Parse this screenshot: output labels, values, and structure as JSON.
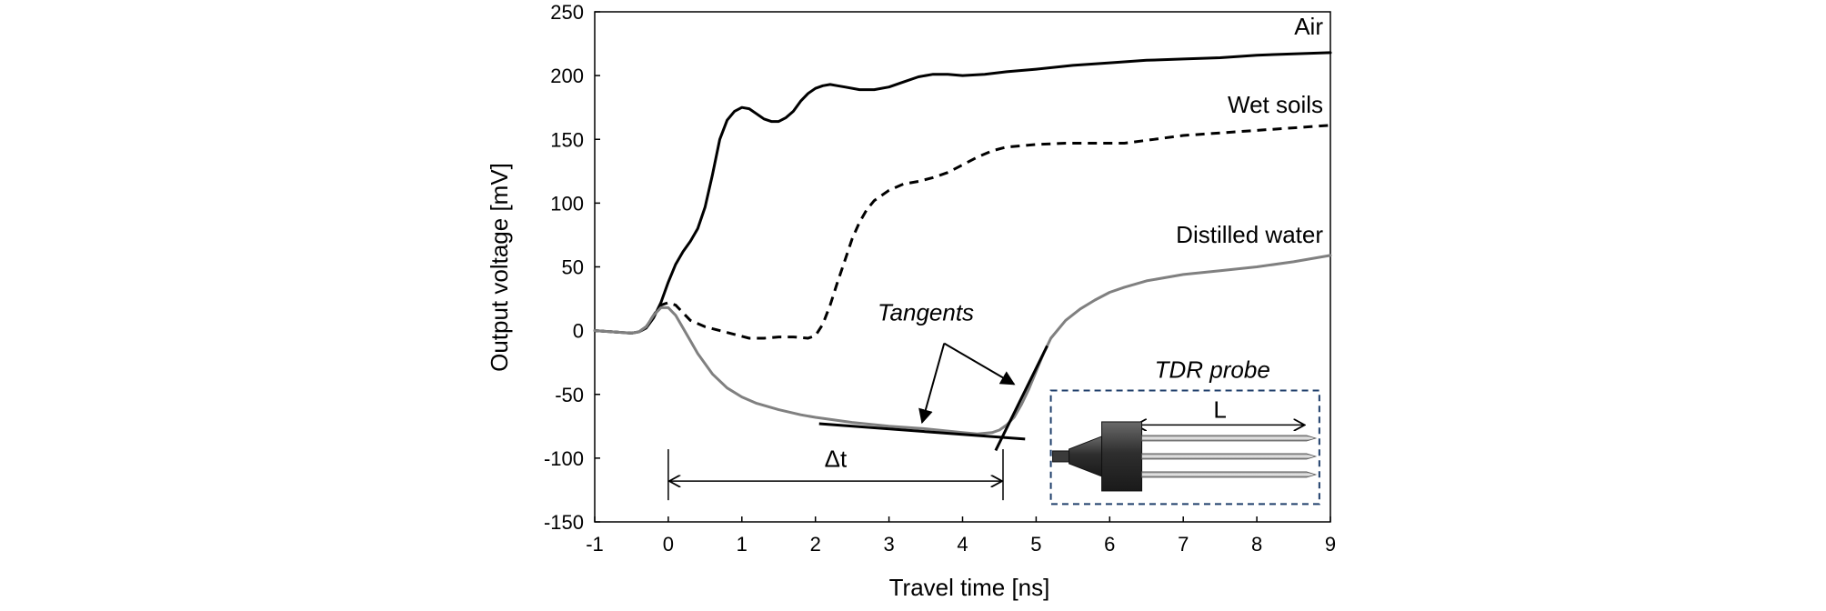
{
  "chart_data": {
    "type": "line",
    "xlabel": "Travel time [ns]",
    "ylabel": "Output voltage [mV]",
    "xlim": [
      -1,
      9
    ],
    "ylim": [
      -150,
      250
    ],
    "xticks": [
      -1,
      0,
      1,
      2,
      3,
      4,
      5,
      6,
      7,
      8,
      9
    ],
    "yticks": [
      -150,
      -100,
      -50,
      0,
      50,
      100,
      150,
      200,
      250
    ],
    "grid": false,
    "series": [
      {
        "name": "Air",
        "color": "#000000",
        "style": "solid",
        "x": [
          -1,
          -0.5,
          -0.4,
          -0.3,
          -0.2,
          -0.1,
          0,
          0.1,
          0.2,
          0.3,
          0.4,
          0.5,
          0.6,
          0.7,
          0.8,
          0.9,
          1.0,
          1.1,
          1.2,
          1.3,
          1.4,
          1.5,
          1.6,
          1.7,
          1.8,
          1.9,
          2.0,
          2.1,
          2.2,
          2.3,
          2.4,
          2.6,
          2.8,
          3.0,
          3.2,
          3.4,
          3.6,
          3.8,
          4.0,
          4.3,
          4.6,
          5.0,
          5.5,
          6.0,
          6.5,
          7.0,
          7.5,
          8.0,
          8.5,
          9.0
        ],
        "y": [
          0,
          -2,
          -1,
          2,
          10,
          22,
          38,
          52,
          62,
          70,
          80,
          97,
          122,
          150,
          165,
          172,
          175,
          174,
          170,
          166,
          164,
          164,
          167,
          172,
          180,
          186,
          190,
          192,
          193,
          192,
          191,
          189,
          189,
          191,
          195,
          199,
          201,
          201,
          200,
          201,
          203,
          205,
          208,
          210,
          212,
          213,
          214,
          216,
          217,
          218
        ]
      },
      {
        "name": "Wet soils",
        "color": "#000000",
        "style": "dashed",
        "x": [
          -1,
          -0.5,
          -0.4,
          -0.3,
          -0.2,
          -0.1,
          0,
          0.1,
          0.2,
          0.3,
          0.5,
          0.7,
          0.9,
          1.1,
          1.3,
          1.5,
          1.7,
          1.9,
          2.0,
          2.1,
          2.2,
          2.3,
          2.4,
          2.5,
          2.6,
          2.7,
          2.8,
          3.0,
          3.2,
          3.4,
          3.6,
          3.8,
          4.0,
          4.2,
          4.4,
          4.6,
          4.8,
          5.0,
          5.4,
          5.8,
          6.2,
          6.6,
          7.0,
          7.5,
          8.0,
          8.5,
          9.0
        ],
        "y": [
          0,
          -2,
          -1,
          3,
          12,
          20,
          22,
          20,
          14,
          8,
          3,
          0,
          -3,
          -6,
          -6,
          -5,
          -5,
          -6,
          -4,
          5,
          20,
          38,
          55,
          72,
          85,
          95,
          102,
          110,
          115,
          117,
          120,
          124,
          130,
          136,
          141,
          144,
          145,
          146,
          147,
          147,
          147,
          150,
          153,
          155,
          157,
          159,
          161
        ]
      },
      {
        "name": "Distilled water",
        "color": "#808080",
        "style": "solid",
        "x": [
          -1,
          -0.5,
          -0.4,
          -0.3,
          -0.2,
          -0.1,
          0,
          0.1,
          0.2,
          0.3,
          0.4,
          0.5,
          0.6,
          0.8,
          1.0,
          1.2,
          1.5,
          1.8,
          2.0,
          2.5,
          3.0,
          3.5,
          4.0,
          4.2,
          4.4,
          4.5,
          4.6,
          4.7,
          4.8,
          4.9,
          5.0,
          5.1,
          5.2,
          5.4,
          5.6,
          5.8,
          6.0,
          6.2,
          6.5,
          7.0,
          7.5,
          8.0,
          8.5,
          9.0
        ],
        "y": [
          0,
          -2,
          -1,
          3,
          12,
          18,
          18,
          12,
          2,
          -8,
          -18,
          -26,
          -34,
          -45,
          -52,
          -57,
          -62,
          -66,
          -68,
          -72,
          -75,
          -77,
          -80,
          -81,
          -80,
          -78,
          -74,
          -68,
          -58,
          -46,
          -32,
          -18,
          -6,
          8,
          17,
          24,
          30,
          34,
          39,
          44,
          47,
          50,
          54,
          59
        ]
      }
    ],
    "series_labels": [
      {
        "text": "Air",
        "x": 9.0,
        "y": 232,
        "anchor": "end"
      },
      {
        "text": "Wet soils",
        "x": 9.0,
        "y": 171,
        "anchor": "end"
      },
      {
        "text": "Distilled water",
        "x": 9.0,
        "y": 69,
        "anchor": "end"
      }
    ],
    "tangents": [
      {
        "x1": 2.05,
        "y1": -73,
        "x2": 4.85,
        "y2": -85
      },
      {
        "x1": 4.45,
        "y1": -94,
        "x2": 5.15,
        "y2": -12
      }
    ],
    "annotations": {
      "tangents_label": {
        "text": "Tangents",
        "x": 3.5,
        "y": 8
      },
      "tangent_arrows": [
        {
          "from": [
            3.75,
            -10
          ],
          "to": [
            3.45,
            -72
          ]
        },
        {
          "from": [
            3.75,
            -10
          ],
          "to": [
            4.7,
            -42
          ]
        }
      ],
      "delta_t": {
        "text": "Δt",
        "x_start": 0,
        "x_end": 4.55,
        "y": -118,
        "label_y": -107,
        "tick_top": -93,
        "tick_bottom": -133
      },
      "tdr_probe": {
        "text": "TDR probe",
        "box": {
          "x1": 5.2,
          "y1": -47,
          "x2": 8.85,
          "y2": -136
        },
        "length_label": "L",
        "length_arrow": {
          "x1": 6.35,
          "x2": 8.65,
          "y": -74
        }
      }
    }
  }
}
